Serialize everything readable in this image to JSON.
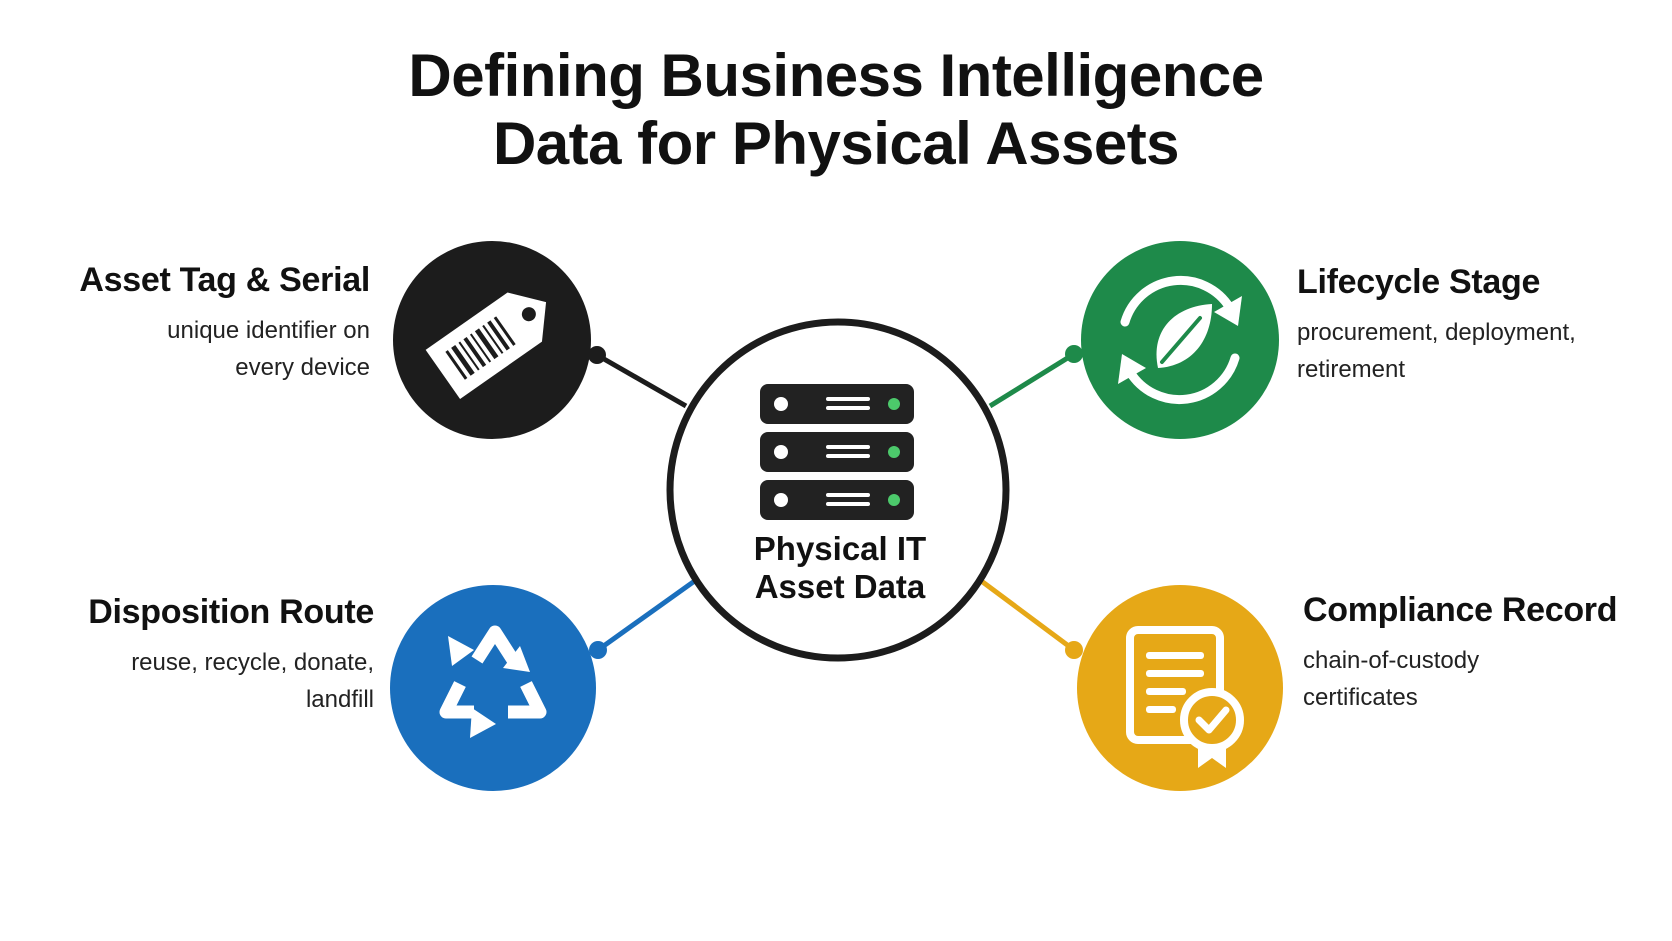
{
  "title": {
    "line1": "Defining Business Intelligence",
    "line2": "Data for Physical Assets"
  },
  "center": {
    "line1": "Physical IT",
    "line2": "Asset Data",
    "icon": "server-rack-icon"
  },
  "nodes": [
    {
      "id": "asset-tag",
      "title": "Asset Tag & Serial",
      "desc_line1": "unique identifier on",
      "desc_line2": "every device",
      "icon": "tag-barcode-icon",
      "color": "#1c1c1c"
    },
    {
      "id": "lifecycle",
      "title": "Lifecycle Stage",
      "desc_line1": "procurement, deployment,",
      "desc_line2": "retirement",
      "icon": "leaf-cycle-icon",
      "color": "#1e8a4a"
    },
    {
      "id": "disposition",
      "title": "Disposition Route",
      "desc_line1": "reuse, recycle, donate,",
      "desc_line2": "landfill",
      "icon": "recycle-icon",
      "color": "#1a6fbd"
    },
    {
      "id": "compliance",
      "title": "Compliance Record",
      "desc_line1": "chain-of-custody",
      "desc_line2": "certificates",
      "icon": "certificate-icon",
      "color": "#e6a817"
    }
  ]
}
